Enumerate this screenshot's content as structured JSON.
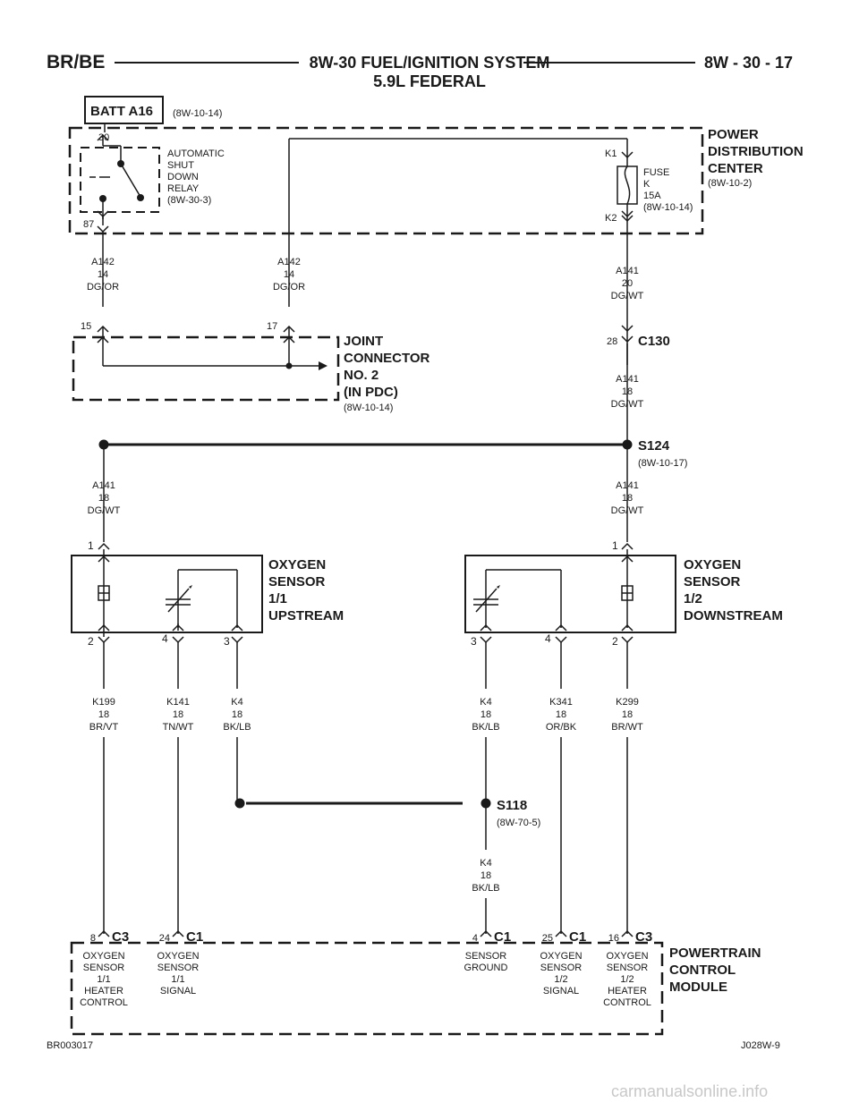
{
  "header": {
    "left": "BR/BE",
    "title": "8W-30 FUEL/IGNITION SYSTEM",
    "subtitle": "5.9L FEDERAL",
    "page": "8W - 30 - 17"
  },
  "batt": {
    "label": "BATT A16",
    "ref": "(8W-10-14)"
  },
  "pdc": {
    "name": [
      "POWER",
      "DISTRIBUTION",
      "CENTER"
    ],
    "ref": "(8W-10-2)",
    "relay": {
      "lines": [
        "AUTOMATIC",
        "SHUT",
        "DOWN",
        "RELAY",
        "(8W-30-3)"
      ],
      "pin_in": "30",
      "pin_out": "87"
    },
    "fuse": {
      "lines": [
        "FUSE",
        "K",
        "15A",
        "(8W-10-14)"
      ],
      "pin_in": "K1",
      "pin_out": "K2"
    }
  },
  "wires": {
    "a142_left": [
      "A142",
      "14",
      "DG/OR"
    ],
    "a142_right": [
      "A142",
      "14",
      "DG/OR"
    ],
    "a141_fuse": [
      "A141",
      "20",
      "DG/WT"
    ],
    "a141_c130": [
      "A141",
      "18",
      "DG/WT"
    ],
    "a141_s124_left": [
      "A141",
      "18",
      "DG/WT"
    ],
    "a141_s124_right": [
      "A141",
      "18",
      "DG/WT"
    ],
    "k199": [
      "K199",
      "18",
      "BR/VT"
    ],
    "k141": [
      "K141",
      "18",
      "TN/WT"
    ],
    "k4_left": [
      "K4",
      "18",
      "BK/LB"
    ],
    "k4_right": [
      "K4",
      "18",
      "BK/LB"
    ],
    "k341": [
      "K341",
      "18",
      "OR/BK"
    ],
    "k299": [
      "K299",
      "18",
      "BR/WT"
    ],
    "k4_ground": [
      "K4",
      "18",
      "BK/LB"
    ]
  },
  "joint": {
    "name": [
      "JOINT",
      "CONNECTOR",
      "NO. 2",
      "(IN PDC)"
    ],
    "ref": "(8W-10-14)",
    "pin_a": "15",
    "pin_b": "17"
  },
  "c130": {
    "pin": "28",
    "label": "C130"
  },
  "s124": {
    "label": "S124",
    "ref": "(8W-10-17)"
  },
  "s118": {
    "label": "S118",
    "ref": "(8W-70-5)"
  },
  "o2_up": {
    "name": [
      "OXYGEN",
      "SENSOR",
      "1/1",
      "UPSTREAM"
    ],
    "pin_top": "1",
    "pins": [
      "2",
      "4",
      "3"
    ]
  },
  "o2_down": {
    "name": [
      "OXYGEN",
      "SENSOR",
      "1/2",
      "DOWNSTREAM"
    ],
    "pin_top": "1",
    "pins": [
      "3",
      "4",
      "2"
    ]
  },
  "pcm": {
    "name": [
      "POWERTRAIN",
      "CONTROL",
      "MODULE"
    ],
    "pins": [
      {
        "pin": "8",
        "conn": "C3",
        "lines": [
          "OXYGEN",
          "SENSOR",
          "1/1",
          "HEATER",
          "CONTROL"
        ]
      },
      {
        "pin": "24",
        "conn": "C1",
        "lines": [
          "OXYGEN",
          "SENSOR",
          "1/1",
          "SIGNAL"
        ]
      },
      {
        "pin": "4",
        "conn": "C1",
        "lines": [
          "SENSOR",
          "GROUND"
        ]
      },
      {
        "pin": "25",
        "conn": "C1",
        "lines": [
          "OXYGEN",
          "SENSOR",
          "1/2",
          "SIGNAL"
        ]
      },
      {
        "pin": "16",
        "conn": "C3",
        "lines": [
          "OXYGEN",
          "SENSOR",
          "1/2",
          "HEATER",
          "CONTROL"
        ]
      }
    ]
  },
  "footer": {
    "left": "BR003017",
    "right": "J028W-9"
  },
  "watermark": "carmanualsonline.info"
}
